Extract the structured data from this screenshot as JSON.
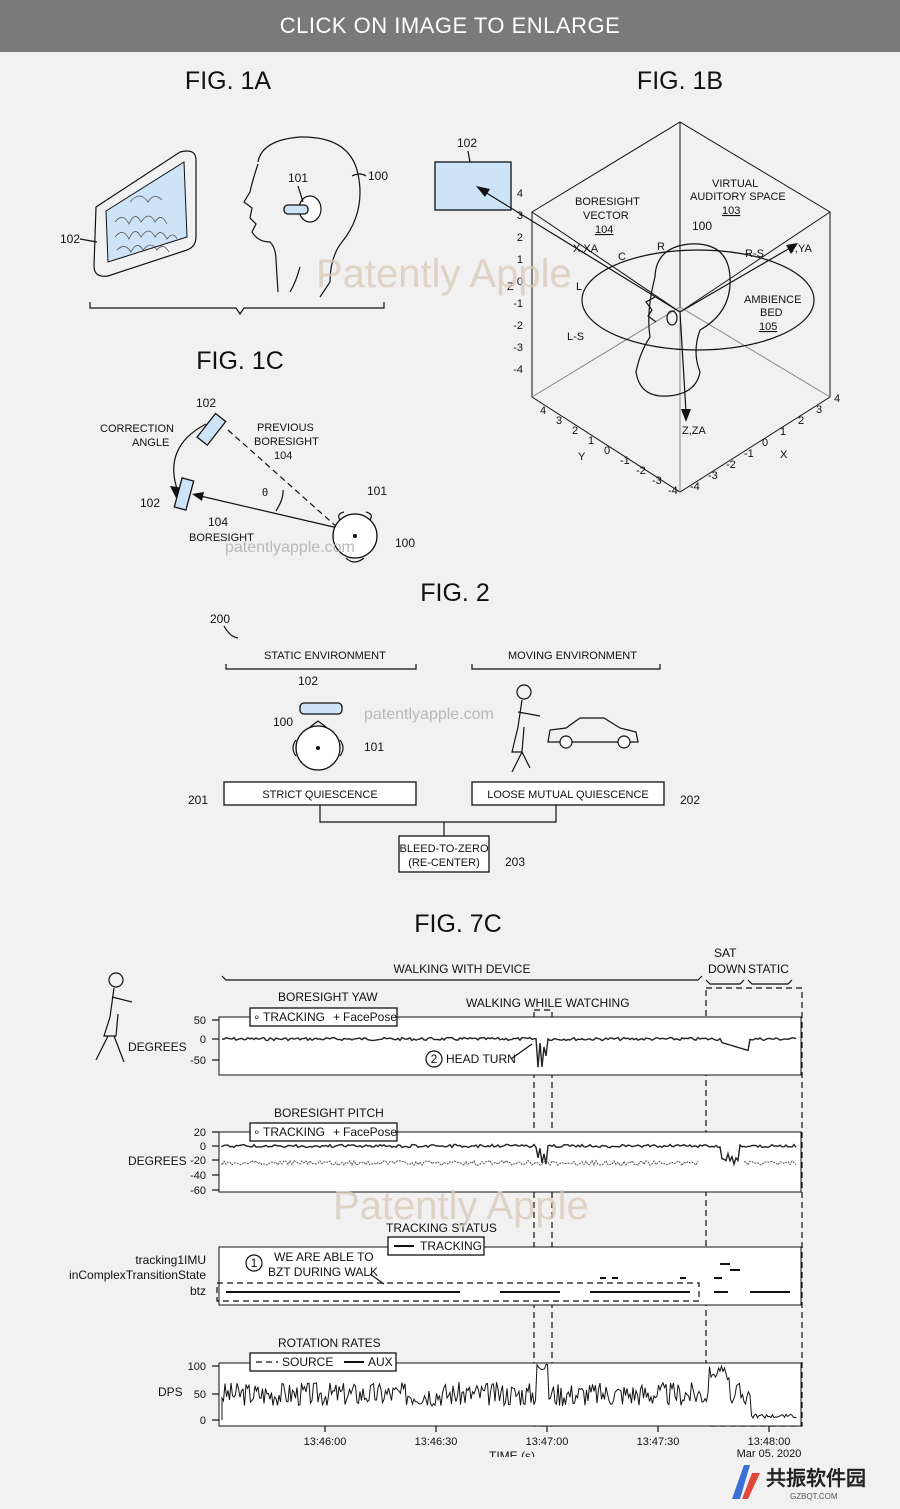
{
  "banner": "CLICK ON IMAGE TO ENLARGE",
  "watermarks": {
    "main": "Patently Apple",
    "small": "patentlyapple.com"
  },
  "fig1a": {
    "title": "FIG. 1A",
    "ref_device": "102",
    "ref_earbud": "101",
    "ref_user": "100"
  },
  "fig1b": {
    "title": "FIG. 1B",
    "ref_device": "102",
    "boresight": [
      "BORESIGHT",
      "VECTOR",
      "104"
    ],
    "virtual": [
      "VIRTUAL",
      "AUDITORY SPACE",
      "103"
    ],
    "ref_head": "100",
    "ambience": [
      "AMBIENCE",
      "BED",
      "105"
    ],
    "axis_x": "X,XA",
    "axis_y": "Y,YA",
    "axis_z": "Z,ZA",
    "axis_z_short": "Z",
    "ch_c": "C",
    "ch_r": "R",
    "ch_l": "L",
    "ch_rs": "R-S",
    "ch_ls": "L-S",
    "lab_y": "Y",
    "lab_x": "X",
    "z_ticks": [
      "4",
      "3",
      "2",
      "1",
      "0",
      "-1",
      "-2",
      "-3",
      "-4"
    ],
    "y_ticks": [
      "4",
      "3",
      "2",
      "1",
      "0",
      "-1",
      "-2",
      "-3",
      "-4"
    ],
    "x_ticks": [
      "-4",
      "-3",
      "-2",
      "-1",
      "0",
      "1",
      "2",
      "3",
      "4"
    ]
  },
  "fig1c": {
    "title": "FIG. 1C",
    "correction": [
      "CORRECTION",
      "ANGLE"
    ],
    "prev": [
      "PREVIOUS",
      "BORESIGHT",
      "104"
    ],
    "ref_dev_top": "102",
    "ref_dev_left": "102",
    "theta": "θ",
    "bore": [
      "104",
      "BORESIGHT"
    ],
    "ref_ear": "101",
    "ref_head": "100"
  },
  "fig2": {
    "title": "FIG. 2",
    "ref": "200",
    "static_env": "STATIC ENVIRONMENT",
    "moving_env": "MOVING ENVIRONMENT",
    "ref_device": "102",
    "ref_head": "100",
    "ref_ear": "101",
    "strict": "STRICT QUIESCENCE",
    "ref_strict": "201",
    "loose": "LOOSE MUTUAL QUIESCENCE",
    "ref_loose": "202",
    "bleed": [
      "BLEED-TO-ZERO",
      "(RE-CENTER)"
    ],
    "ref_bleed": "203"
  },
  "fig7c": {
    "title": "FIG. 7C",
    "walking_device": "WALKING WITH DEVICE",
    "sat_down": [
      "SAT",
      "DOWN"
    ],
    "static": "STATIC",
    "walking_watching": "WALKING WHILE WATCHING",
    "yaw_title": "BORESIGHT YAW",
    "pitch_title": "BORESIGHT PITCH",
    "legend_tracking": "TRACKING",
    "legend_facepose": "FacePose",
    "degrees": "DEGREES",
    "head_turn_num": "2",
    "head_turn": "HEAD TURN",
    "status_title": "TRACKING STATUS",
    "status_legend": "TRACKING",
    "rows": [
      "tracking1IMU",
      "inComplexTransitionState",
      "btz"
    ],
    "bzt_num": "1",
    "bzt": [
      "WE ARE ABLE TO",
      "BZT DURING WALK"
    ],
    "rot_title": "ROTATION RATES",
    "legend_source": "SOURCE",
    "legend_aux": "AUX",
    "dps": "DPS",
    "xticks": [
      "13:46:00",
      "13:46:30",
      "13:47:00",
      "13:47:30",
      "13:48:00"
    ],
    "date": "Mar 05, 2020",
    "xlabel": "TIME (s)",
    "yaw_ticks": [
      "50",
      "0",
      "-50"
    ],
    "pitch_ticks": [
      "20",
      "0",
      "-20",
      "-40",
      "-60"
    ],
    "rot_ticks": [
      "100",
      "50",
      "0"
    ]
  },
  "logo": {
    "name": "共振软件园",
    "site": "GZBQT.COM"
  }
}
